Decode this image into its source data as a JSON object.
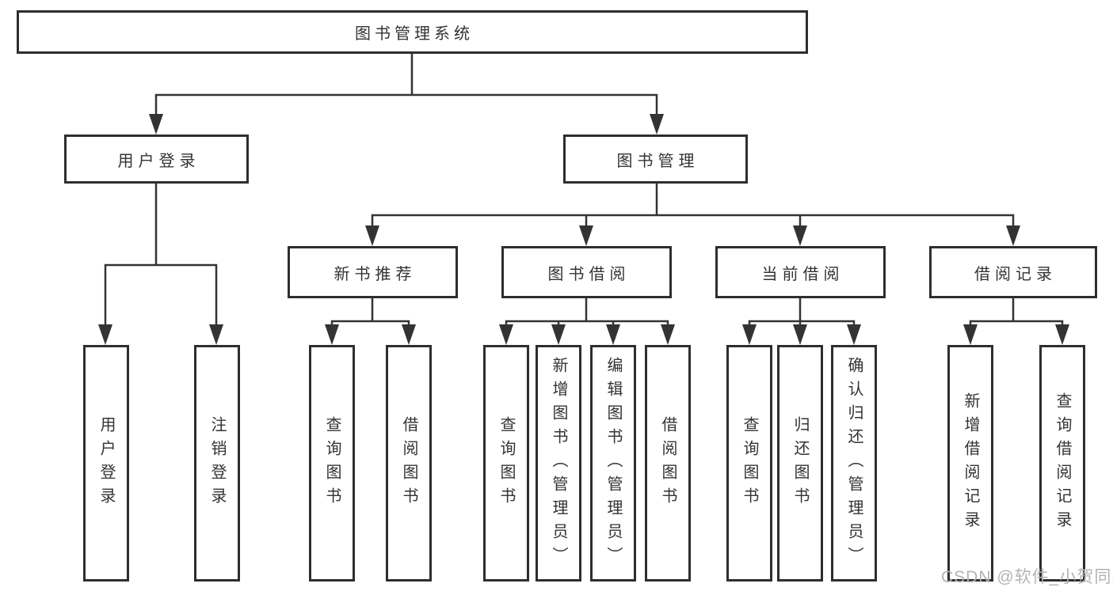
{
  "tree": {
    "label": "图书管理系统",
    "children": [
      {
        "label": "用户登录",
        "children": [
          {
            "label": "用户登录"
          },
          {
            "label": "注销登录"
          }
        ]
      },
      {
        "label": "图书管理",
        "children": [
          {
            "label": "新书推荐",
            "children": [
              {
                "label": "查询图书"
              },
              {
                "label": "借阅图书"
              }
            ]
          },
          {
            "label": "图书借阅",
            "children": [
              {
                "label": "查询图书"
              },
              {
                "label": "新增图书（管理员）"
              },
              {
                "label": "编辑图书（管理员）"
              },
              {
                "label": "借阅图书"
              }
            ]
          },
          {
            "label": "当前借阅",
            "children": [
              {
                "label": "查询图书"
              },
              {
                "label": "归还图书"
              },
              {
                "label": "确认归还（管理员）"
              }
            ]
          },
          {
            "label": "借阅记录",
            "children": [
              {
                "label": "新增借阅记录"
              },
              {
                "label": "查询借阅记录"
              }
            ]
          }
        ]
      }
    ]
  },
  "watermark": {
    "text": "CSDN @软件_小贺同学"
  },
  "colors": {
    "line": "#333333",
    "box_border": "#2e2e2e",
    "text": "#333333",
    "watermark": "#b3b3b3",
    "background": "#ffffff"
  }
}
